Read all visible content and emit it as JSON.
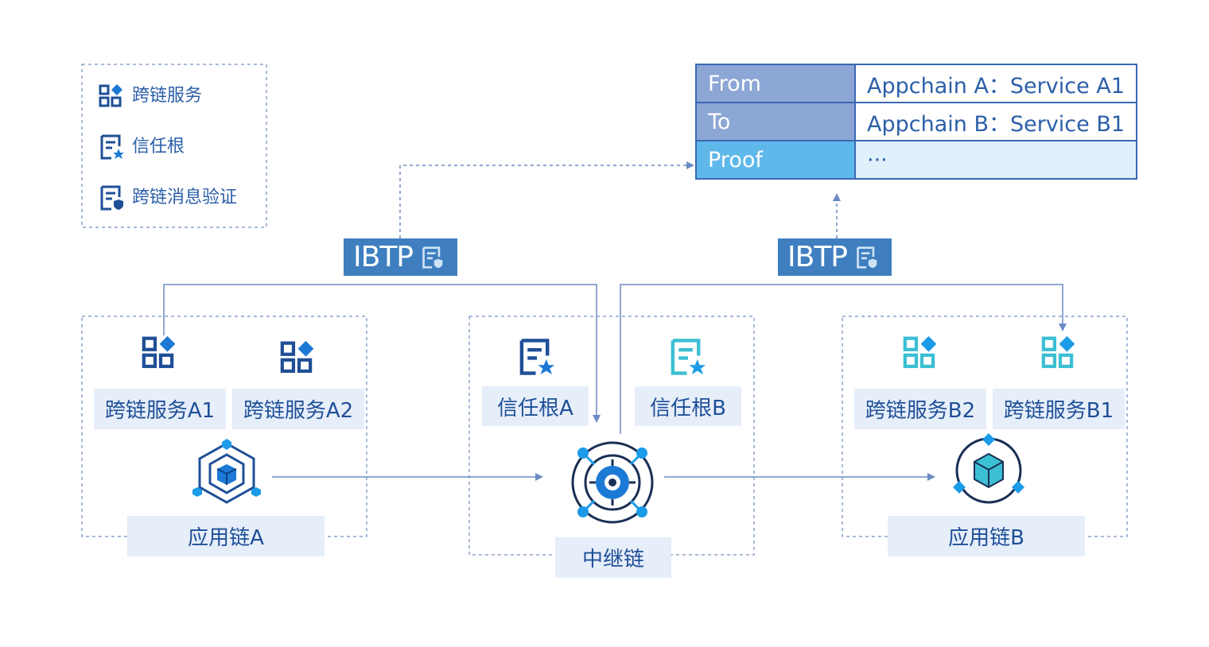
{
  "legend": {
    "items": [
      {
        "label": "跨链服务",
        "icon": "service-icon"
      },
      {
        "label": "信任根",
        "icon": "trust-root-icon"
      },
      {
        "label": "跨链消息验证",
        "icon": "message-verify-icon"
      }
    ]
  },
  "ibtp_table": {
    "rows": [
      {
        "key": "From",
        "value": "Appchain A：Service A1"
      },
      {
        "key": "To",
        "value": "Appchain B：Service B1"
      },
      {
        "key": "Proof",
        "value": "···"
      }
    ]
  },
  "ibtp_badges": [
    "IBTP",
    "IBTP"
  ],
  "appchain_a": {
    "services": [
      "跨链服务A1",
      "跨链服务A2"
    ],
    "name": "应用链A"
  },
  "relay_chain": {
    "trust_roots": [
      "信任根A",
      "信任根B"
    ],
    "name": "中继链"
  },
  "appchain_b": {
    "services": [
      "跨链服务B2",
      "跨链服务B1"
    ],
    "name": "应用链B"
  },
  "colors": {
    "dark_blue": "#1f4f97",
    "mid_blue": "#3f7fc0",
    "bright_blue": "#1c7ad6",
    "teal": "#3bbfd3",
    "line": "#6b8cc4",
    "label_bg": "#e6eefa"
  }
}
